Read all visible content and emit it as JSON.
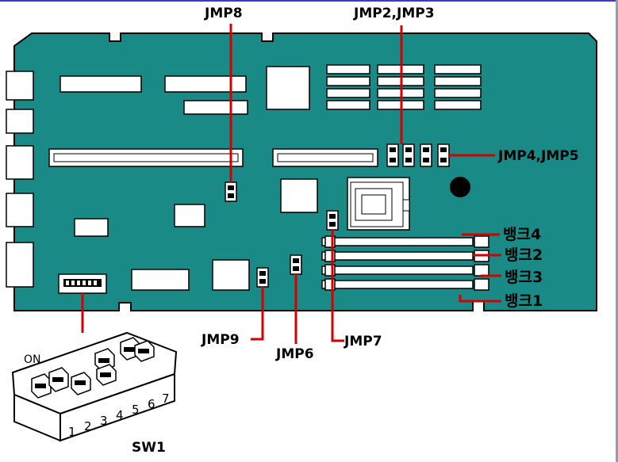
{
  "labels": {
    "jmp8": "JMP8",
    "jmp2_jmp3": "JMP2,JMP3",
    "jmp4_jmp5": "JMP4,JMP5",
    "bank4": "뱅크4",
    "bank2": "뱅크2",
    "bank3": "뱅크3",
    "bank1": "뱅크1",
    "jmp9": "JMP9",
    "jmp6": "JMP6",
    "jmp7": "JMP7",
    "sw1": "SW1",
    "on": "ON"
  },
  "switch_numbers": [
    "1",
    "2",
    "3",
    "4",
    "5",
    "6",
    "7"
  ],
  "colors": {
    "board": "#1a8a86",
    "callout": "#d40000",
    "outline": "#000000",
    "component": "#ffffff"
  }
}
